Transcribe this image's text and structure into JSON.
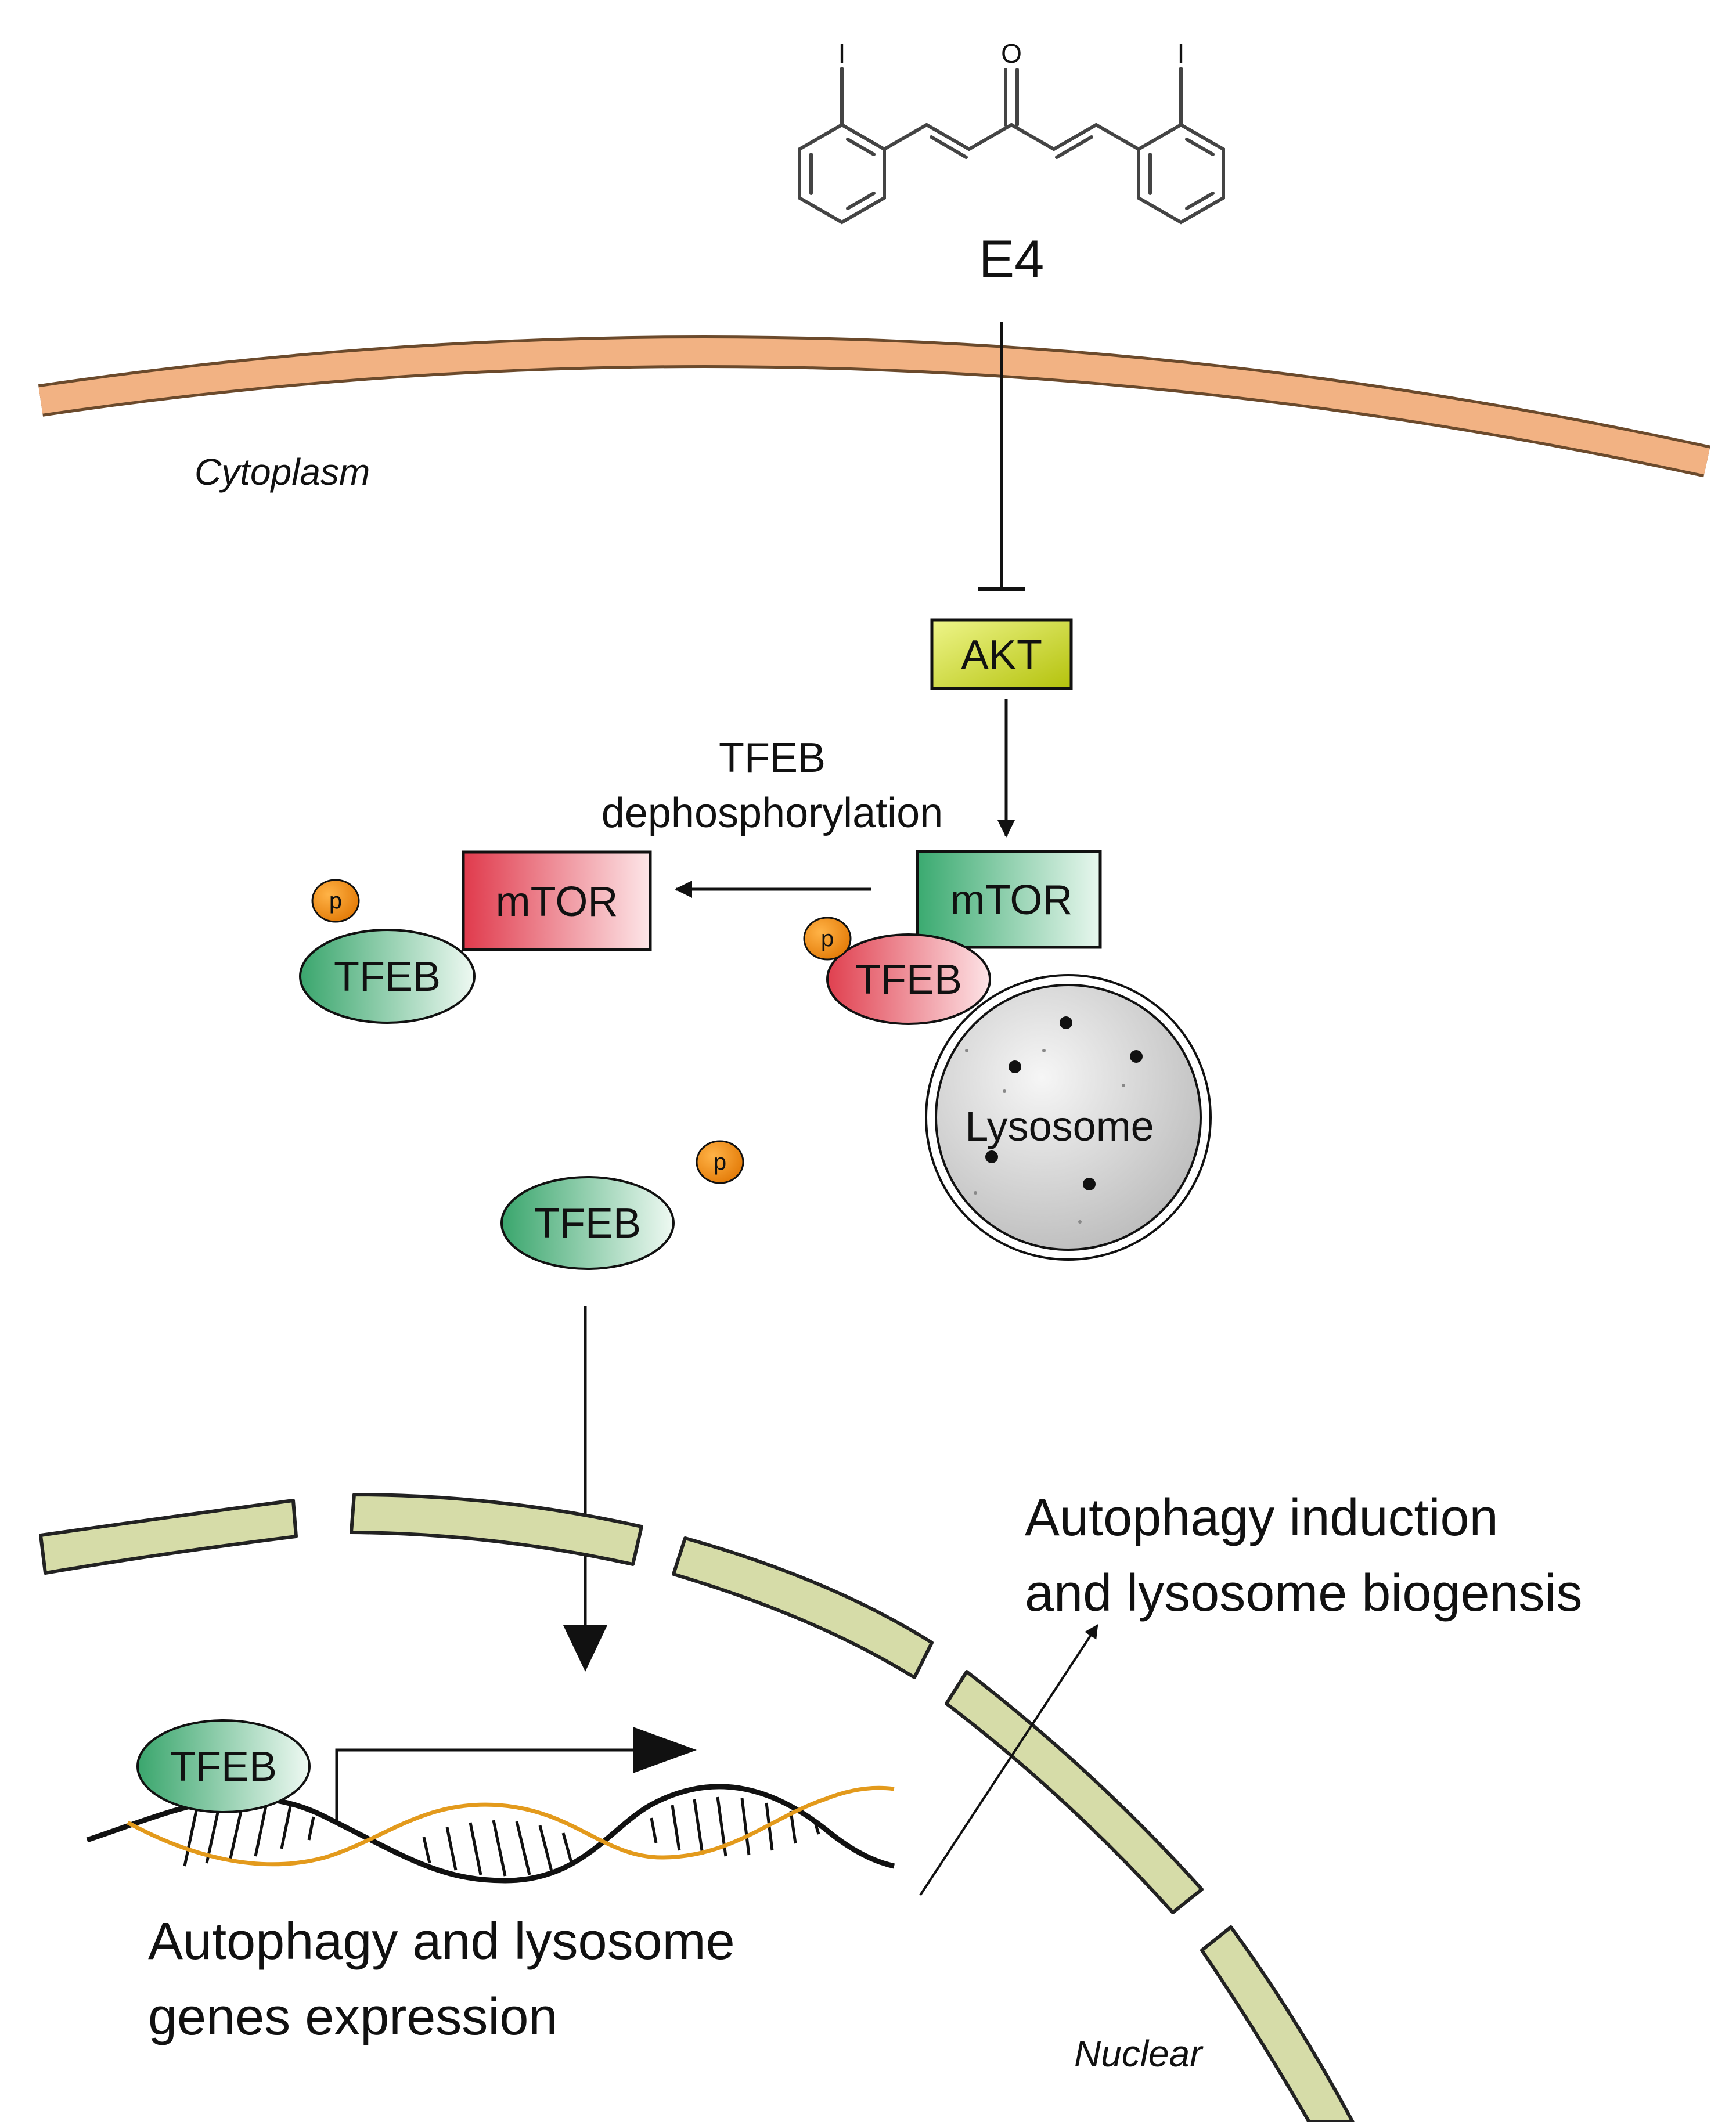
{
  "compound": {
    "label": "E4",
    "atoms": {
      "oxygen": "O",
      "iodine_left": "I",
      "iodine_right": "I"
    }
  },
  "compartments": {
    "cytoplasm": "Cytoplasm",
    "nuclear": "Nuclear"
  },
  "proteins": {
    "akt": "AKT",
    "mtor_active": "mTOR",
    "mtor_inactive": "mTOR",
    "tfeb_left": "TFEB",
    "tfeb_lysosome": "TFEB",
    "tfeb_free": "TFEB",
    "tfeb_dna": "TFEB"
  },
  "phospho": {
    "p1": "p",
    "p2": "p",
    "p3": "p"
  },
  "lysosome": "Lysosome",
  "annotations": {
    "dephos_line1": "TFEB",
    "dephos_line2": "dephosphorylation",
    "autophagy_line1": "Autophagy induction",
    "autophagy_line2": "and lysosome biogensis",
    "genes_line1": "Autophagy and lysosome",
    "genes_line2": "genes expression"
  },
  "colors": {
    "membrane": "#f2b283",
    "nuclear_envelope": "#d6dca8",
    "akt": "#c8d614",
    "mtor_active": "#5fbf8a",
    "mtor_inactive": "#e04b5a",
    "tfeb": "#7fcfa0",
    "tfeb_phospho": "#ec6b76",
    "phospho": "#f08a12",
    "dna_strand": "#e39a1c"
  }
}
